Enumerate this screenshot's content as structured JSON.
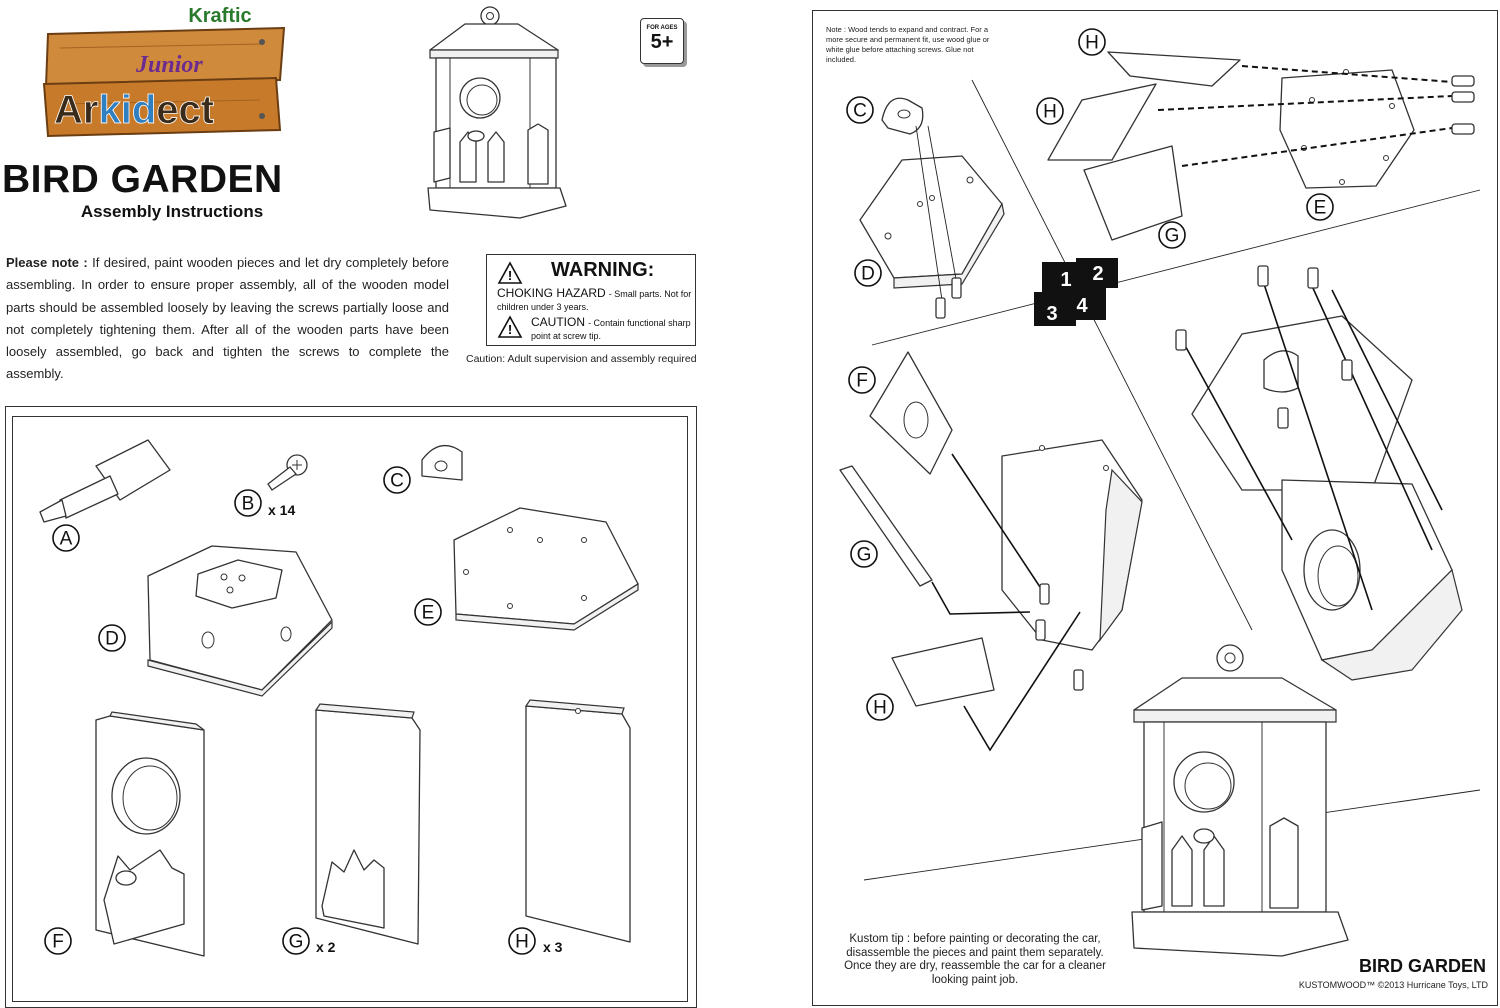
{
  "header": {
    "brand": "Kraftic",
    "logo_line1": "Junior",
    "logo_line2_a": "Ar",
    "logo_line2_b": "kid",
    "logo_line2_c": "ect",
    "title": "BIRD GARDEN",
    "subtitle": "Assembly Instructions",
    "age_label": "FOR AGES",
    "age_value": "5+"
  },
  "note": {
    "lead": "Please note :",
    "text": "If desired, paint wooden pieces and let dry completely before assembling. In order to ensure proper assembly, all of the wooden model parts should be assembled loosely by leaving the screws partially loose and not completely tightening them. After all of the wooden parts have been loosely assembled, go back and tighten the screws to complete the assembly."
  },
  "warning": {
    "title": "WARNING:",
    "hazard_lead": "CHOKING HAZARD",
    "hazard_text": "- Small parts. Not for children under 3 years.",
    "caution_lead": "CAUTION",
    "caution_text": "- Contain functional sharp point at screw tip.",
    "supervision": "Caution: Adult supervision and assembly required"
  },
  "parts": {
    "A": "A",
    "B": "B",
    "B_qty": "x 14",
    "C": "C",
    "D": "D",
    "E": "E",
    "F": "F",
    "G": "G",
    "G_qty": "x 2",
    "H": "H",
    "H_qty": "x 3"
  },
  "steps": {
    "s1": "1",
    "s2": "2",
    "s3": "3",
    "s4": "4"
  },
  "right": {
    "wood_note": "Note : Wood tends to expand and contract. For a more secure and permanent fit, use wood glue or white glue before attaching screws. Glue not included.",
    "kustom_tip": "Kustom tip : before painting or decorating the car, disassemble the pieces and paint them separately. Once they are dry, reassemble the car for a cleaner looking paint job.",
    "footer_title": "BIRD GARDEN",
    "footer_copy": "KUSTOMWOOD™ ©2013 Hurricane Toys, LTD"
  }
}
